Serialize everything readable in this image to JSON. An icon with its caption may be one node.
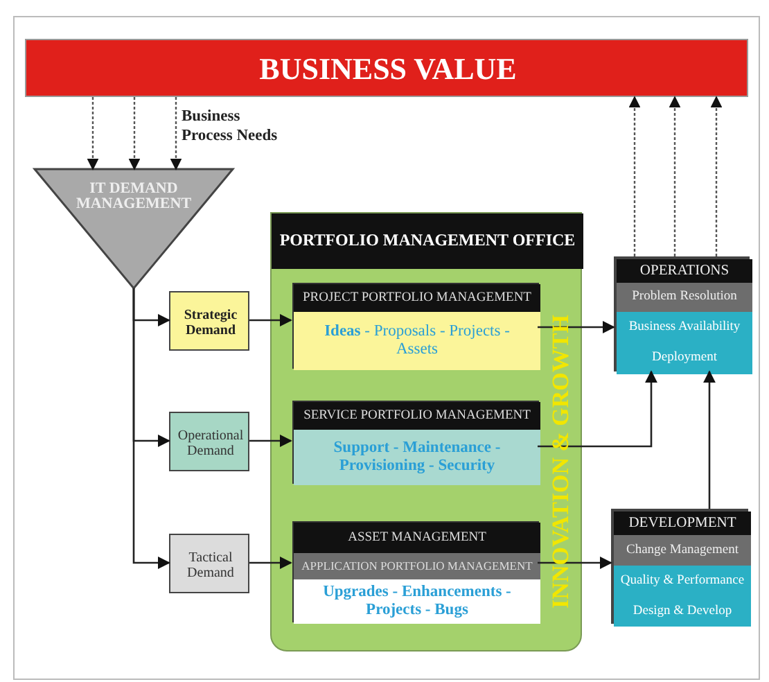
{
  "diagram": {
    "nodes": [
      {
        "text": [
          "BUSINESS VALUE"
        ]
      },
      {
        "text": [
          "IT DEMAND MANAGEMENT"
        ]
      },
      {
        "text": [
          "Strategic Demand"
        ]
      },
      {
        "text": [
          "Operational Demand"
        ]
      },
      {
        "text": [
          "Tactical Demand"
        ]
      },
      {
        "text": [
          "PORTFOLIO MANAGEMENT OFFICE",
          "INNOVATION & GROWTH"
        ]
      },
      {
        "text": [
          "PROJECT PORTFOLIO MANAGEMENT",
          "**Ideas** - Proposals - Projects - Assets"
        ],
        "in": 5
      },
      {
        "text": [
          "SERVICE PORTFOLIO MANAGEMENT",
          "Support - Maintenance - Provisioning - Security"
        ],
        "in": 5
      },
      {
        "text": [
          "ASSET MANAGEMENT",
          "APPLICATION PORTFOLIO MANAGEMENT",
          "Upgrades - Enhancements - Projects - Bugs"
        ],
        "in": 5
      },
      {
        "text": [
          "OPERATIONS",
          "Problem Resolution",
          "Business Availability",
          "Deployment"
        ]
      },
      {
        "text": [
          "DEVELOPMENT",
          "Change Management",
          "Quality & Performance",
          "Design & Develop"
        ]
      }
    ],
    "edges": [
      {
        "from": 0,
        "to": 1,
        "arrow": "to",
        "style": "dashed"
      },
      {
        "from": 0,
        "to": 1,
        "arrow": "to",
        "style": "dashed"
      },
      {
        "from": 0,
        "to": 1,
        "arrow": "to",
        "style": "dashed"
      },
      {
        "from": 1,
        "to": 2,
        "arrow": "to"
      },
      {
        "from": 1,
        "to": 3,
        "arrow": "to"
      },
      {
        "from": 1,
        "to": 4,
        "arrow": "to"
      },
      {
        "from": 2,
        "to": 6,
        "arrow": "to"
      },
      {
        "from": 3,
        "to": 7,
        "arrow": "to"
      },
      {
        "from": 4,
        "to": 8,
        "arrow": "to"
      },
      {
        "from": 6,
        "to": 9,
        "arrow": "to"
      },
      {
        "from": 7,
        "to": 9,
        "arrow": "to"
      },
      {
        "from": 8,
        "to": 10,
        "arrow": "to"
      },
      {
        "from": 10,
        "to": 9,
        "arrow": "to"
      },
      {
        "from": 9,
        "to": 0,
        "arrow": "to",
        "style": "dashed"
      },
      {
        "from": 9,
        "to": 0,
        "arrow": "to",
        "style": "dashed"
      },
      {
        "from": 9,
        "to": 0,
        "arrow": "to",
        "style": "dashed"
      }
    ],
    "labels": [
      "Business Process Needs"
    ]
  }
}
